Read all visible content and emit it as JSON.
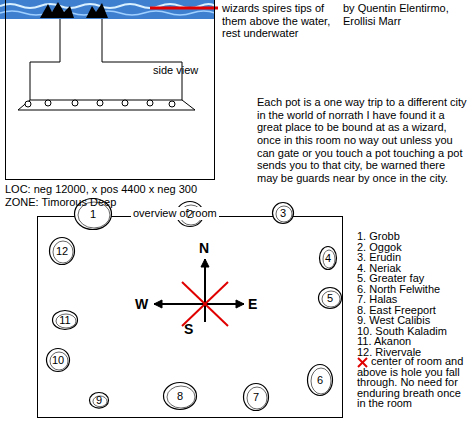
{
  "diagram": {
    "nodes": [
      {
        "text": [
          "side view"
        ]
      },
      {
        "text": [
          "overview of room"
        ]
      },
      {
        "text": [
          "1"
        ],
        "in": 1
      },
      {
        "text": [
          "2"
        ],
        "in": 1
      },
      {
        "text": [
          "3"
        ],
        "in": 1
      },
      {
        "text": [
          "4"
        ],
        "in": 1
      },
      {
        "text": [
          "5"
        ],
        "in": 1
      },
      {
        "text": [
          "6"
        ],
        "in": 1
      },
      {
        "text": [
          "7"
        ],
        "in": 1
      },
      {
        "text": [
          "8"
        ],
        "in": 1
      },
      {
        "text": [
          "9"
        ],
        "in": 1
      },
      {
        "text": [
          "10"
        ],
        "in": 1
      },
      {
        "text": [
          "11"
        ],
        "in": 1
      },
      {
        "text": [
          "12"
        ],
        "in": 1
      }
    ],
    "labels": [
      "wizards spires tips of them above the water, rest underwater",
      "by Quentin Elentirmo, Erollisi Marr",
      "LOC: neg 12000, x pos 4400 x neg 300",
      "ZONE: Timorous Deep",
      "Each pot is a one way trip to a different city in the world of norrath I have found it a great place to be bound at as a wizard, once in this room no way out unless you can gate or you touch a pot touching a pot sends you to that city, be warned there may be guards near by once in the city.",
      "1. Grobb",
      "2. Oggok",
      "3. Erudin",
      "4. Neriak",
      "5. Greater fay",
      "6. North Felwithe",
      "7. Halas",
      "8. East Freeport",
      "9. West Calibis",
      "10. South Kaladim",
      "11. Akanon",
      "12. Rivervale",
      "N",
      "E",
      "W",
      "S"
    ],
    "legend": [
      {
        "text": "center of room and above is hole you fall through. No need for enduring breath once in the room"
      }
    ]
  }
}
